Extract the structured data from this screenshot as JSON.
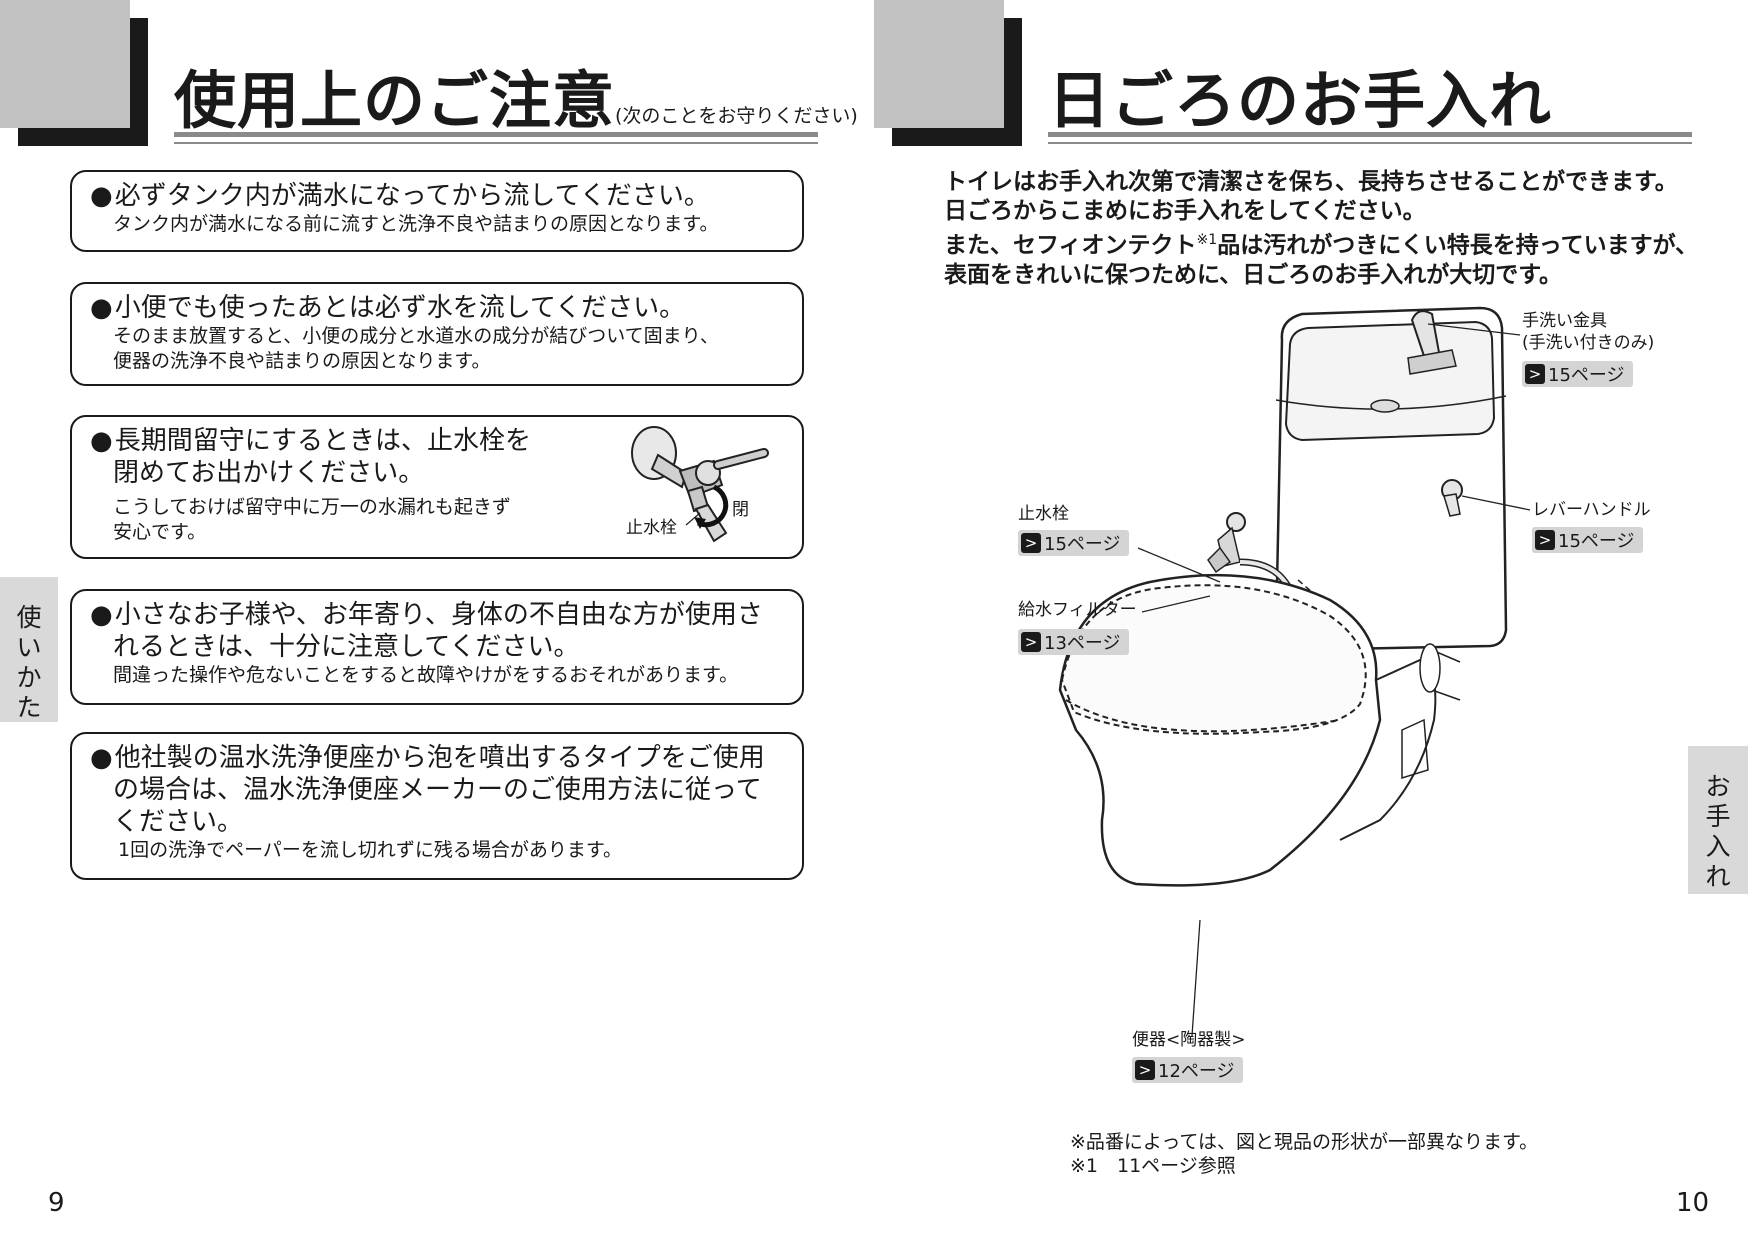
{
  "left_page": {
    "title": "使用上のご注意",
    "title_note": "(次のことをお守りください)",
    "side_tab": [
      "使",
      "い",
      "か",
      "た"
    ],
    "page_number": "9",
    "notices": [
      {
        "heading": "必ずタンク内が満水になってから流してください。",
        "body": [
          "タンク内が満水になる前に流すと洗浄不良や詰まりの原因となります。"
        ]
      },
      {
        "heading": "小便でも使ったあとは必ず水を流してください。",
        "body": [
          "そのまま放置すると、小便の成分と水道水の成分が結びついて固まり、",
          "便器の洗浄不良や詰まりの原因となります。"
        ]
      },
      {
        "heading_lines": [
          "長期間留守にするときは、止水栓を",
          "閉めてお出かけください。"
        ],
        "body": [
          "こうしておけば留守中に万一の水漏れも起きず",
          "安心です。"
        ],
        "figure_labels": {
          "valve": "止水栓",
          "close": "閉"
        }
      },
      {
        "heading_lines": [
          "小さなお子様や、お年寄り、身体の不自由な方が使用さ",
          "れるときは、十分に注意してください。"
        ],
        "body": [
          "間違った操作や危ないことをすると故障やけがをするおそれがあります。"
        ]
      },
      {
        "heading_lines": [
          "他社製の温水洗浄便座から泡を噴出するタイプをご使用",
          "の場合は、温水洗浄便座メーカーのご使用方法に従って",
          "ください。"
        ],
        "body": [
          "1回の洗浄でペーパーを流し切れずに残る場合があります。"
        ]
      }
    ],
    "bullet": "●"
  },
  "right_page": {
    "title": "日ごろのお手入れ",
    "side_tab": [
      "お",
      "手",
      "入",
      "れ"
    ],
    "page_number": "10",
    "intro": {
      "line1": "トイレはお手入れ次第で清潔さを保ち、長持ちさせることができます。",
      "line2": "日ごろからこまめにお手入れをしてください。",
      "line3_pre": "また、セフィオンテクト",
      "line3_sup": "※1",
      "line3_post": "品は汚れがつきにくい特長を持っていますが、",
      "line4": "表面をきれいに保つために、日ごろのお手入れが大切です。"
    },
    "callouts": {
      "faucet": {
        "label1": "手洗い金具",
        "label2": "(手洗い付きのみ)",
        "ref": "15ページ"
      },
      "lever": {
        "label": "レバーハンドル",
        "ref": "15ページ"
      },
      "stop_valve": {
        "label": "止水栓",
        "ref": "15ページ"
      },
      "filter": {
        "label": "給水フィルター",
        "ref": "13ページ"
      },
      "bowl": {
        "label": "便器<陶器製>",
        "ref": "12ページ"
      }
    },
    "ref_arrow": ">",
    "footnotes": [
      "※品番によっては、図と現品の形状が一部異なります。",
      "※1　11ページ参照"
    ]
  }
}
